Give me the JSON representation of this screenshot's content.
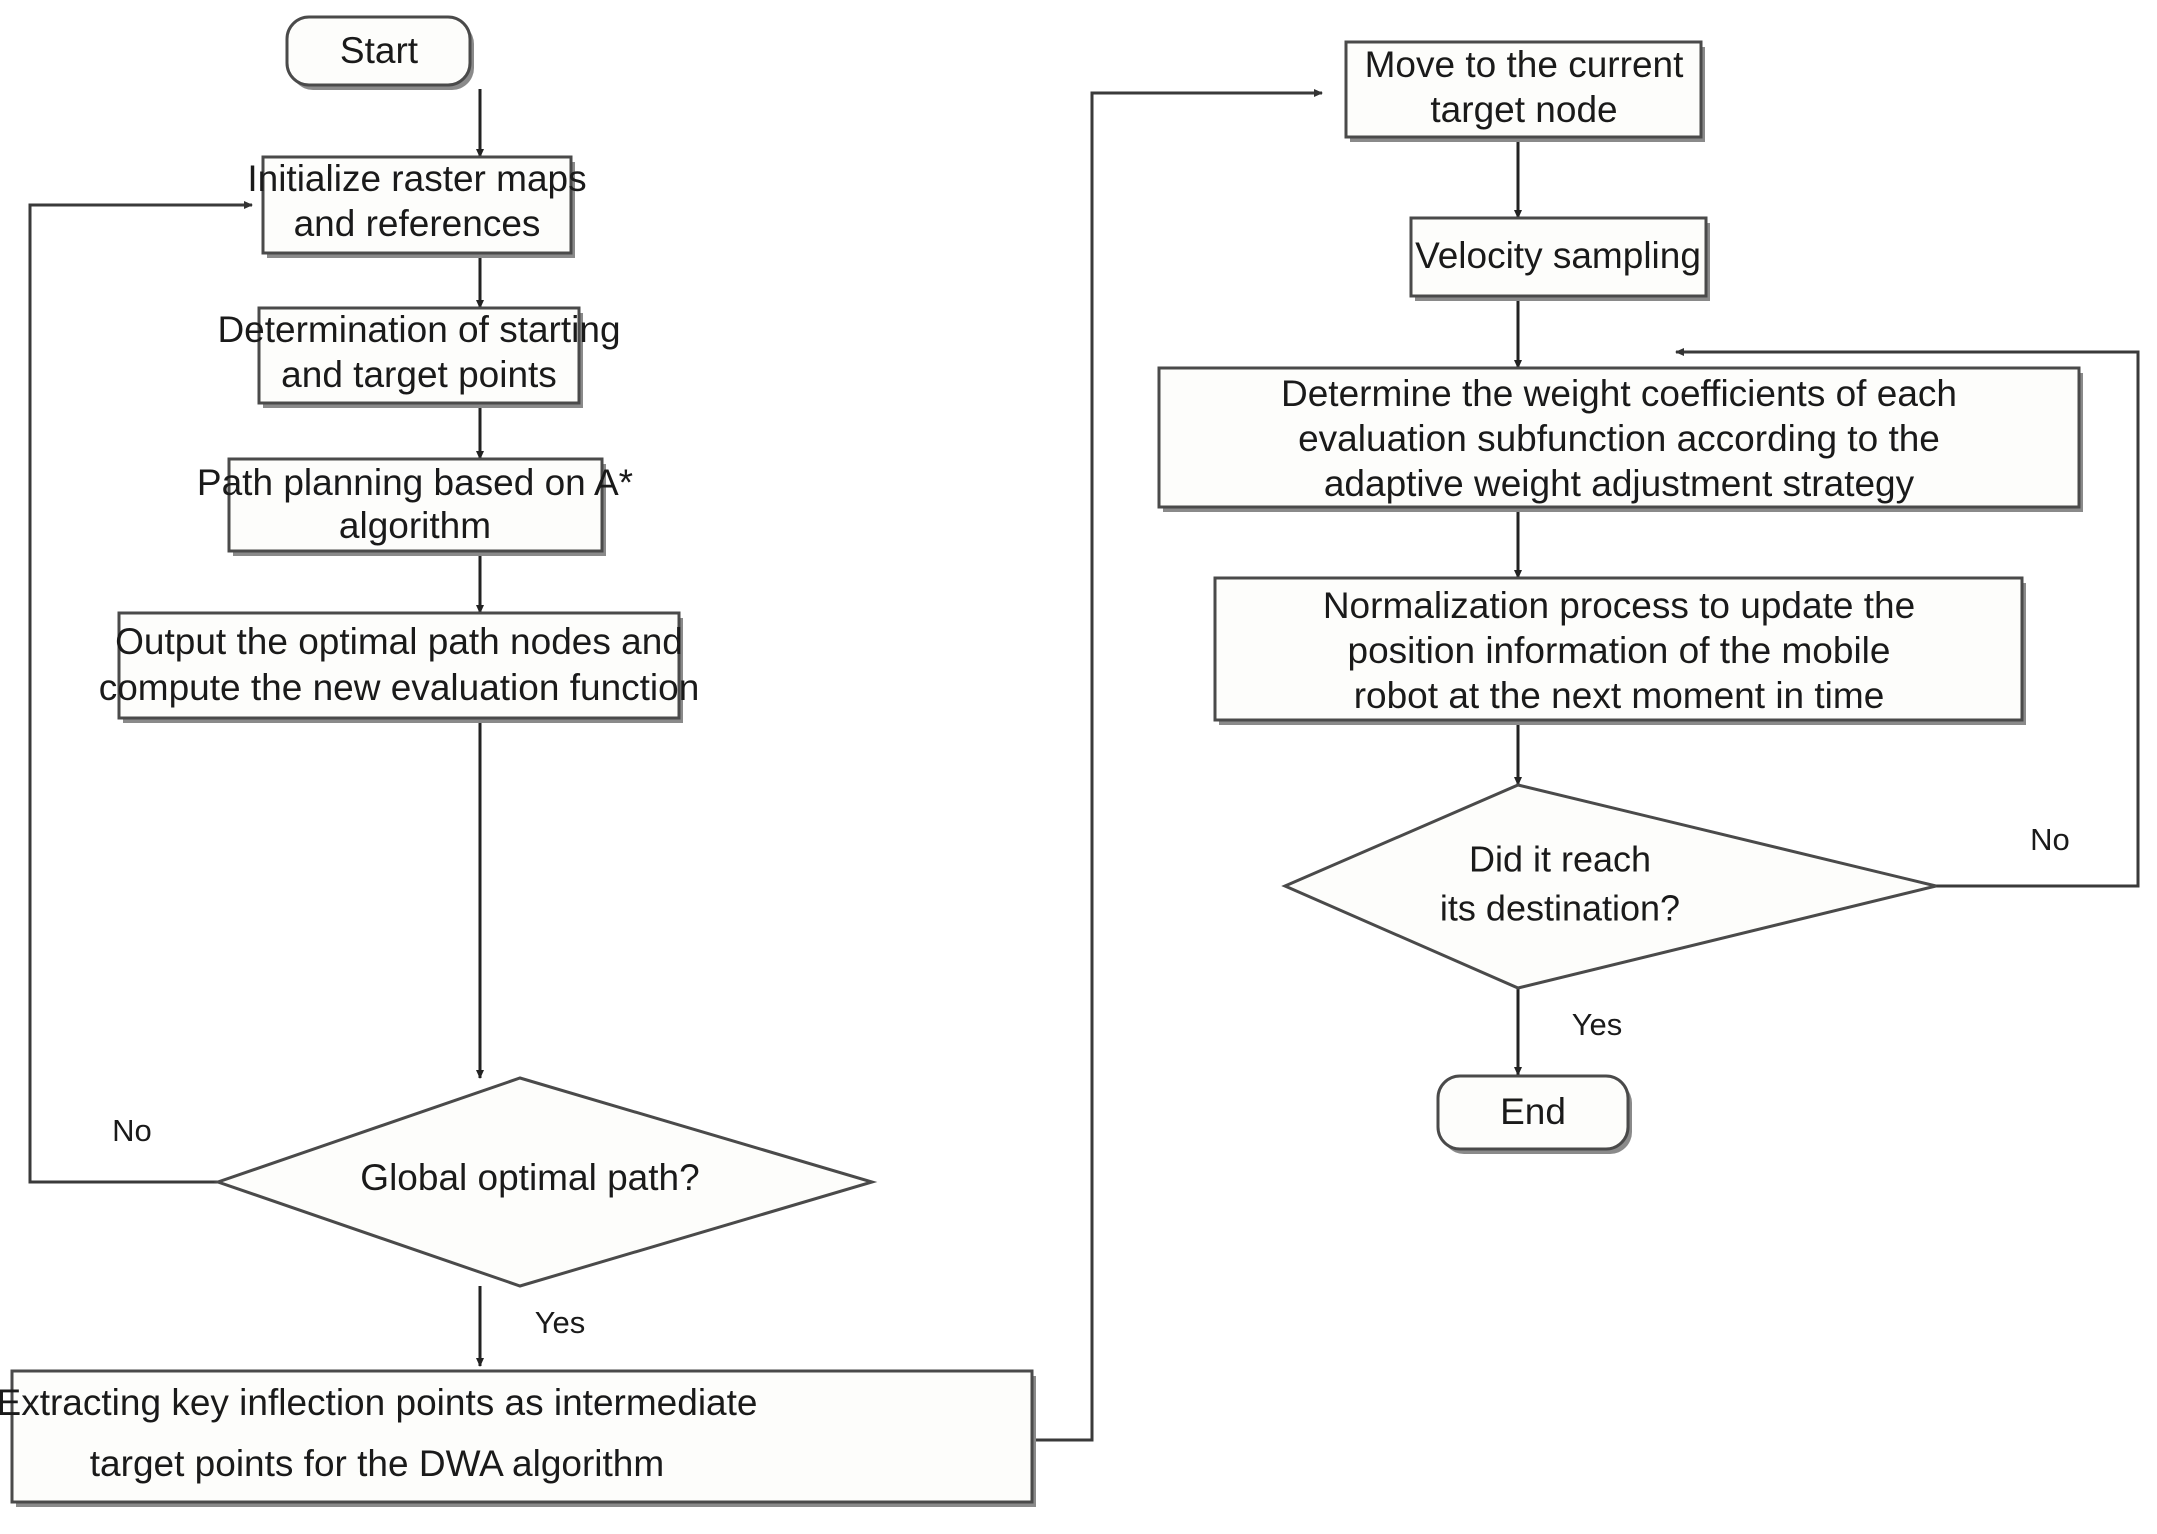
{
  "diagram": {
    "title": "Path planning flowchart combining A* and DWA algorithms",
    "type": "flowchart",
    "nodes": {
      "start": {
        "label": "Start",
        "shape": "terminator"
      },
      "init": {
        "label_line1": "Initialize raster maps",
        "label_line2": "and references",
        "shape": "process"
      },
      "determine_points": {
        "label_line1": "Determination of starting",
        "label_line2": "and target points",
        "shape": "process"
      },
      "astar": {
        "label_line1": "Path planning based on A*",
        "label_line2": "algorithm",
        "shape": "process"
      },
      "output_path": {
        "label_line1": "Output the optimal path nodes and",
        "label_line2": "compute the new evaluation function",
        "shape": "process"
      },
      "global_optimal": {
        "label": "Global optimal path?",
        "shape": "decision"
      },
      "extract_inflection": {
        "label_line1": "Extracting key inflection points as intermediate",
        "label_line2": "target points for the DWA algorithm",
        "shape": "process"
      },
      "move_target": {
        "label_line1": "Move to the current",
        "label_line2": "target node",
        "shape": "process"
      },
      "velocity_sampling": {
        "label": "Velocity sampling",
        "shape": "process"
      },
      "weights": {
        "label_line1": "Determine the weight coefficients of each",
        "label_line2": "evaluation subfunction according to the",
        "label_line3": "adaptive weight adjustment strategy",
        "shape": "process"
      },
      "normalize": {
        "label_line1": "Normalization process to update the",
        "label_line2": "position information of the mobile",
        "label_line3": "robot at the next moment in time",
        "shape": "process"
      },
      "reached_dest": {
        "label_line1": "Did it reach",
        "label_line2": "its destination?",
        "shape": "decision"
      },
      "end": {
        "label": "End",
        "shape": "terminator"
      }
    },
    "edge_labels": {
      "global_optimal_no": "No",
      "global_optimal_yes": "Yes",
      "reached_dest_no": "No",
      "reached_dest_yes": "Yes"
    },
    "colors": {
      "node_fill": "#fdfdfb",
      "node_stroke": "#4a4a4a",
      "shadow": "#8a8a8a",
      "connector": "#3a3a3a",
      "text": "#1a1a1a",
      "background": "#ffffff"
    }
  }
}
